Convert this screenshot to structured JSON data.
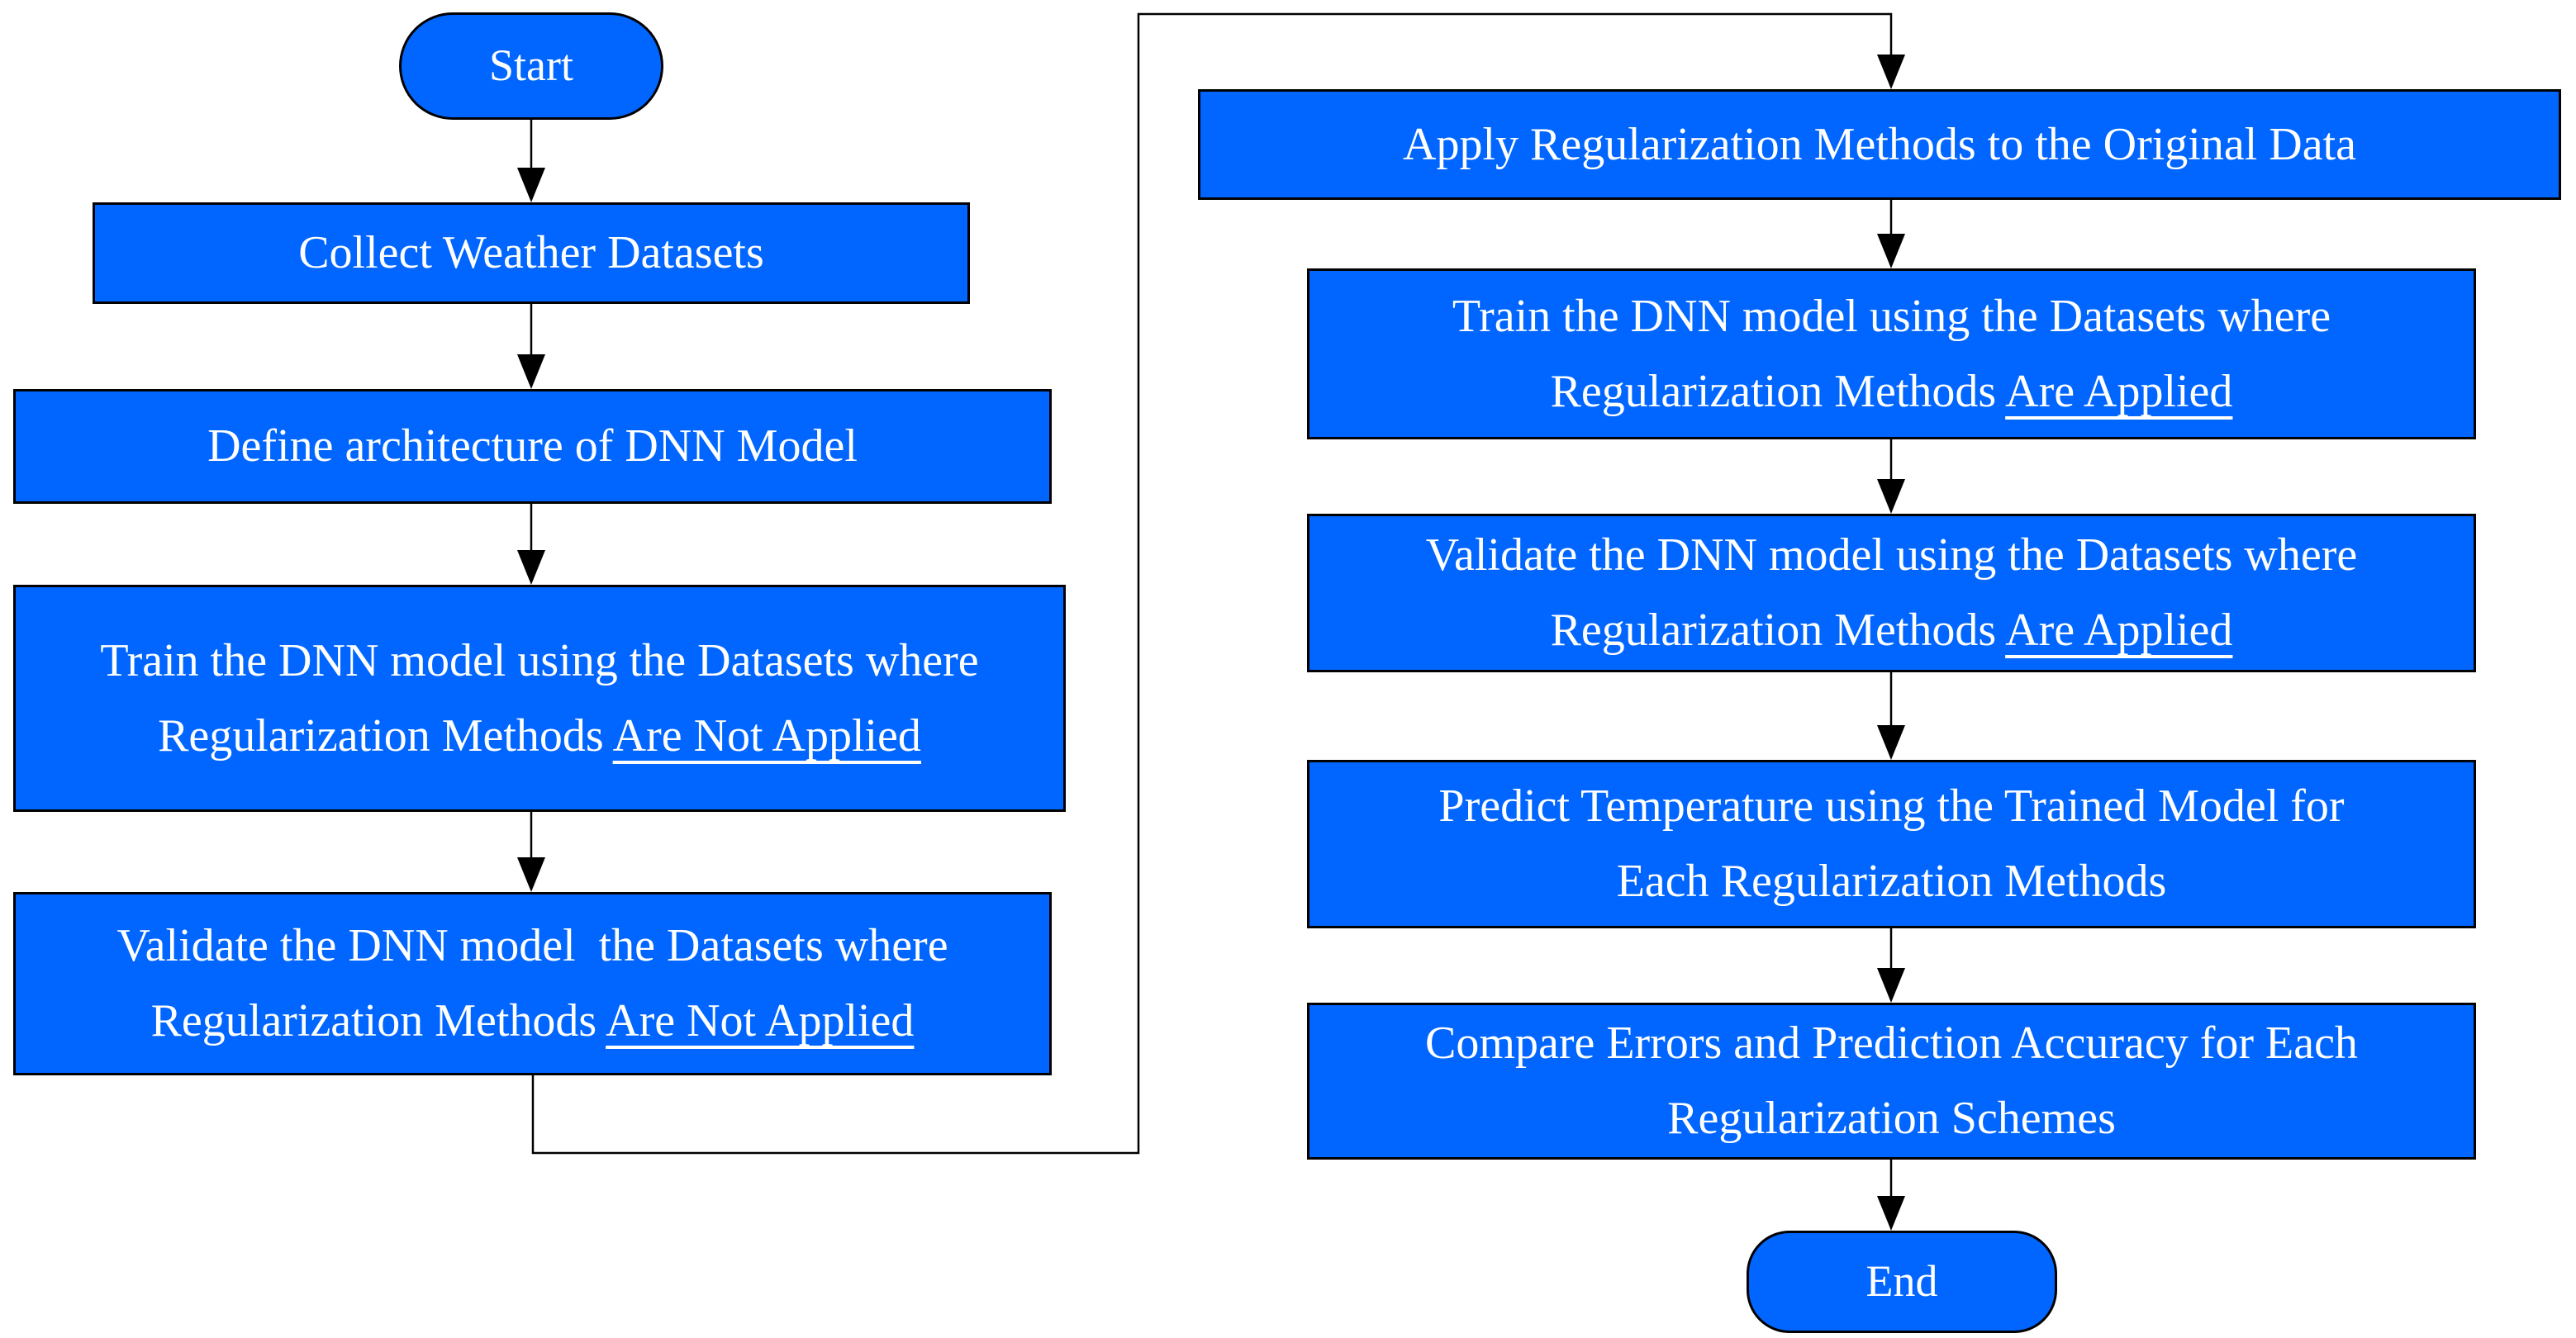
{
  "diagram": {
    "title": "DNN regularization workflow flowchart",
    "colors": {
      "background": "#ffffff",
      "node_fill": "#0066ff",
      "node_border": "#000000",
      "text_color": "#ffffff",
      "connector_color": "#000000"
    },
    "nodes": {
      "start": {
        "label": "Start"
      },
      "collect": {
        "label": "Collect Weather Datasets"
      },
      "define": {
        "label": "Define architecture of DNN Model"
      },
      "train_no_reg": {
        "line1": "Train the DNN model using the Datasets where",
        "line2_pre": "Regularization Methods ",
        "line2_underline": "Are Not Applied"
      },
      "validate_no_reg": {
        "line1": "Validate the DNN model  the Datasets where",
        "line2_pre": "Regularization Methods ",
        "line2_underline": "Are Not Applied"
      },
      "apply_reg": {
        "label": "Apply Regularization Methods to the Original Data"
      },
      "train_reg": {
        "line1": "Train the DNN model using the Datasets where",
        "line2_pre": "Regularization Methods ",
        "line2_underline": "Are Applied"
      },
      "validate_reg": {
        "line1": "Validate the DNN model using the Datasets where",
        "line2_pre": "Regularization Methods ",
        "line2_underline": "Are Applied"
      },
      "predict": {
        "line1": "Predict Temperature using the Trained Model for",
        "line2": "Each Regularization Methods"
      },
      "compare": {
        "line1": "Compare Errors and Prediction Accuracy for Each",
        "line2": "Regularization Schemes"
      },
      "end": {
        "label": "End"
      }
    }
  }
}
